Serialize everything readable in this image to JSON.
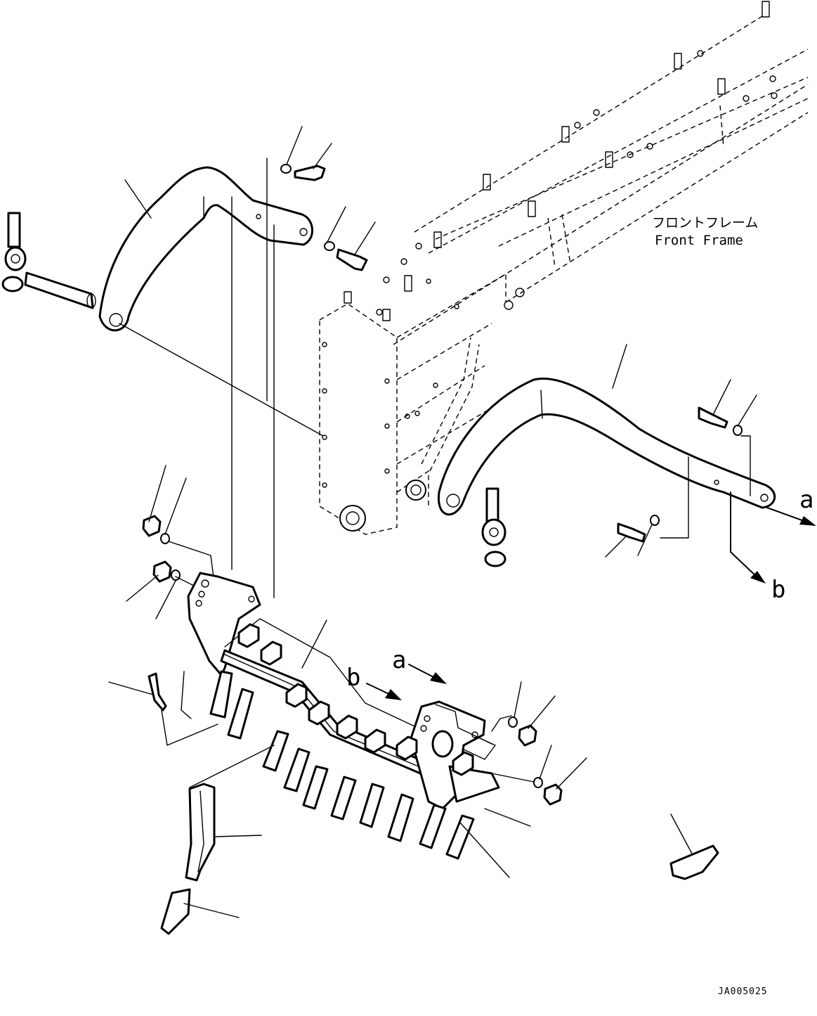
{
  "frame_label": {
    "japanese": "フロントフレーム",
    "english": "Front Frame"
  },
  "callouts": {
    "a": "a",
    "b": "b"
  },
  "drawing_number": "JA005025"
}
